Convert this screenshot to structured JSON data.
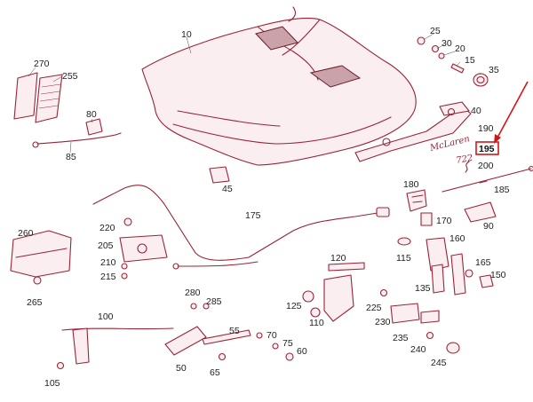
{
  "labels": {
    "l10": "10",
    "l25": "25",
    "l30": "30",
    "l20": "20",
    "l15": "15",
    "l35": "35",
    "l40": "40",
    "l190": "190",
    "l195": "195",
    "l200": "200",
    "l185": "185",
    "l270": "270",
    "l255": "255",
    "l80": "80",
    "l85": "85",
    "l45": "45",
    "l175": "175",
    "l180": "180",
    "l170": "170",
    "l90": "90",
    "l160": "160",
    "l115": "115",
    "l165": "165",
    "l150": "150",
    "l135": "135",
    "l260": "260",
    "l265": "265",
    "l220": "220",
    "l205": "205",
    "l210": "210",
    "l215": "215",
    "l120": "120",
    "l125": "125",
    "l110": "110",
    "l225": "225",
    "l230": "230",
    "l235": "235",
    "l240": "240",
    "l245": "245",
    "l280": "280",
    "l285": "285",
    "l55": "55",
    "l100": "100",
    "l70": "70",
    "l75": "75",
    "l60": "60",
    "l50": "50",
    "l65": "65",
    "l105": "105"
  },
  "highlight": {
    "part_number": "195",
    "color": "#d11818"
  },
  "emblems": {
    "mclaren_badge": "McLaren",
    "slr_badge": "722"
  },
  "colors": {
    "line": "#9b2335",
    "fill": "#fbeef0",
    "label": "#222222",
    "arrow": "#d41515"
  }
}
